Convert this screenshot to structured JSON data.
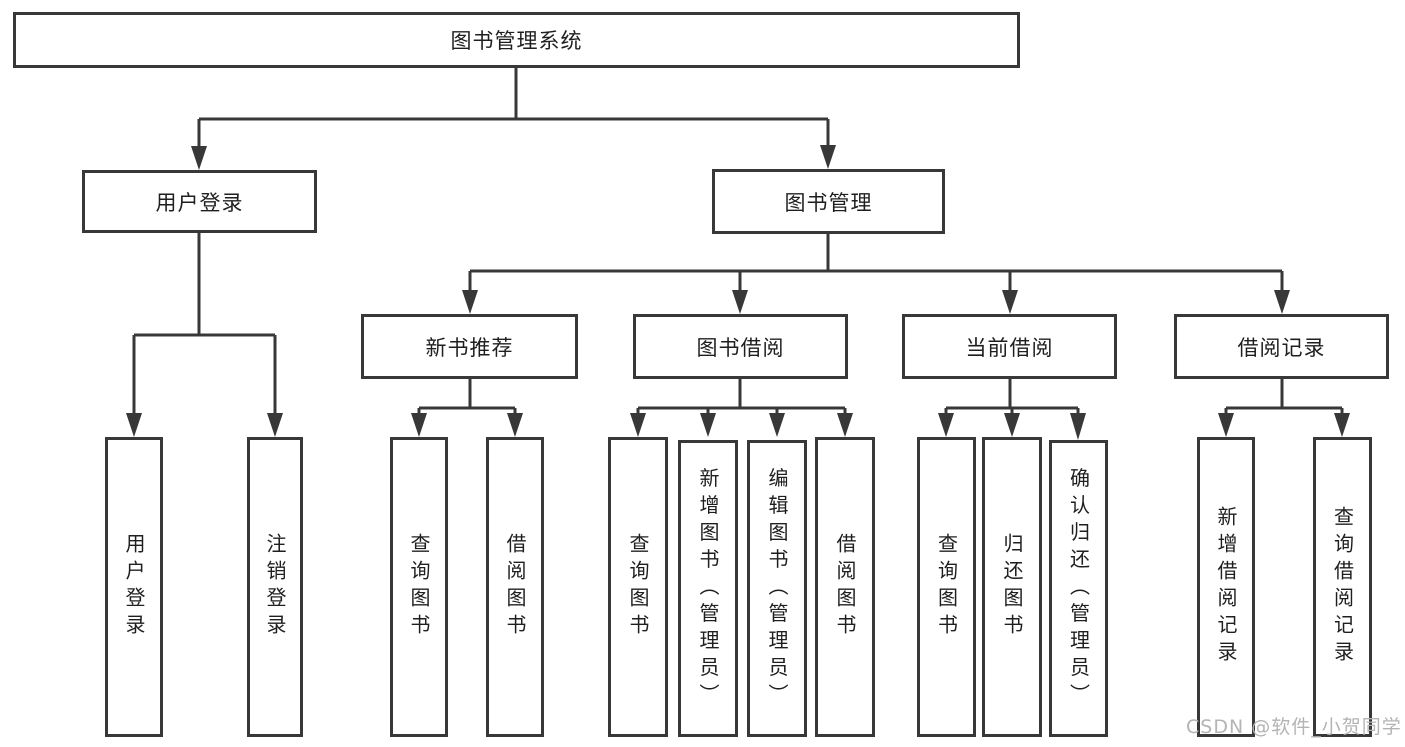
{
  "nodes": {
    "root": {
      "label": "图书管理系统"
    },
    "level2": [
      {
        "label": "用户登录"
      },
      {
        "label": "图书管理"
      }
    ],
    "level3": [
      {
        "label": "新书推荐"
      },
      {
        "label": "图书借阅"
      },
      {
        "label": "当前借阅"
      },
      {
        "label": "借阅记录"
      }
    ],
    "leaves": [
      {
        "label": "用户登录"
      },
      {
        "label": "注销登录"
      },
      {
        "label": "查询图书"
      },
      {
        "label": "借阅图书"
      },
      {
        "label": "查询图书"
      },
      {
        "label": "新增图书（管理员）"
      },
      {
        "label": "编辑图书（管理员）"
      },
      {
        "label": "借阅图书"
      },
      {
        "label": "查询图书"
      },
      {
        "label": "归还图书"
      },
      {
        "label": "确认归还（管理员）"
      },
      {
        "label": "新增借阅记录"
      },
      {
        "label": "查询借阅记录"
      }
    ]
  },
  "watermark": "CSDN @软件_小贺同学",
  "colors": {
    "line": "#383838",
    "box_background": "#ffffff",
    "text": "#1f1f1f",
    "watermark": "#b4b4b4"
  }
}
